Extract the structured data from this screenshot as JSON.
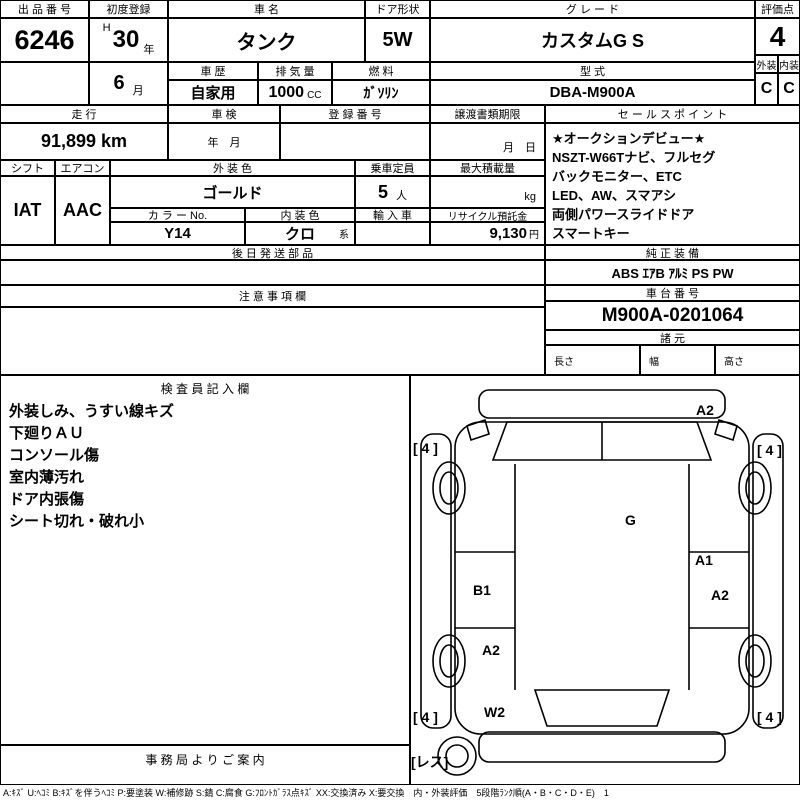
{
  "top": {
    "lot_label": "出 品 番 号",
    "lot_no": "6246",
    "first_reg_label": "初度登録",
    "era": "H",
    "reg_year": "30",
    "year_unit": "年",
    "reg_month": "6",
    "month_unit": "月",
    "name_label": "車  名",
    "name": "タンク",
    "door_label": "ドア形状",
    "door": "5W",
    "grade_label": "グ レ ー ド",
    "grade": "カスタムG S",
    "score_label": "評価点",
    "score": "4",
    "ext_label": "外装",
    "int_label": "内装",
    "ext_score": "C",
    "int_score": "C",
    "history_label": "車 歴",
    "history": "自家用",
    "disp_label": "排 気 量",
    "disp": "1000",
    "disp_unit": "CC",
    "fuel_label": "燃 料",
    "fuel": "ｶﾞｿﾘﾝ",
    "model_label": "型 式",
    "model": "DBA-M900A"
  },
  "row2": {
    "mileage_label": "走 行",
    "mileage": "91,899 km",
    "shaken_label": "車 検",
    "shaken_value": "年　月",
    "regno_label": "登 録 番 号",
    "transfer_label": "譲渡書類期限",
    "transfer_value": "月　日"
  },
  "sales": {
    "label": "セ ー ル ス ポ イ ン ト",
    "lines": [
      "★オークションデビュー★",
      "NSZT-W66Tナビ、フルセグ",
      "バックモニター、ETC",
      "LED、AW、スマアシ",
      "両側パワースライドドア",
      "スマートキー"
    ]
  },
  "spec": {
    "shift_label": "シフト",
    "shift": "IAT",
    "aircon_label": "エアコン",
    "aircon": "AAC",
    "ext_color_label": "外 装 色",
    "ext_color": "ゴールド",
    "capacity_label": "乗車定員",
    "capacity": "5",
    "capacity_unit": "人",
    "maxload_label": "最大積載量",
    "maxload_unit": "kg",
    "color_no_label": "カ ラ ー No.",
    "color_no": "Y14",
    "int_color_label": "内 装 色",
    "int_color": "クロ",
    "int_color_suffix": "系",
    "import_label": "輸 入 車",
    "recycle_label": "リサイクル預託金",
    "recycle": "9,130",
    "recycle_unit": "円"
  },
  "later": {
    "label": "後 日 発 送 部 品"
  },
  "genuine": {
    "label": "純 正 装 備",
    "value": "ABS ｴｱB ｱﾙﾐ PS PW"
  },
  "caution": {
    "label": "注 意 事 項 欄"
  },
  "chassis": {
    "label": "車 台 番 号",
    "value": "M900A-0201064",
    "specs_label": "諸 元",
    "length_label": "長さ",
    "width_label": "幅",
    "height_label": "高さ"
  },
  "inspector": {
    "label": "検 査 員 記 入 欄",
    "lines": [
      "外装しみ、うすい線キズ",
      "下廻りＡＵ",
      "コンソール傷",
      "室内薄汚れ",
      "ドア内張傷",
      "シート切れ・破れ小"
    ]
  },
  "office": {
    "label": "事 務 局 よ り ご 案 内"
  },
  "diagram": {
    "labels": [
      "A2",
      "[ 4 ]",
      "[ 4 ]",
      "G",
      "A1",
      "B1",
      "A2",
      "A2",
      "W2",
      "[ 4 ]",
      "[ 4 ]",
      "[レス]"
    ]
  },
  "legend": "A:ｷｽﾞ U:ﾍｺﾐ B:ｷｽﾞを伴うﾍｺﾐ P:要塗装 W:補修跡 S:錆 C:腐食 G:ﾌﾛﾝﾄｶﾞﾗｽ点ｷｽﾞ XX:交換済み X:要交換　内・外装評価　5段階ﾗﾝｸ順(A・B・C・D・E)　1"
}
